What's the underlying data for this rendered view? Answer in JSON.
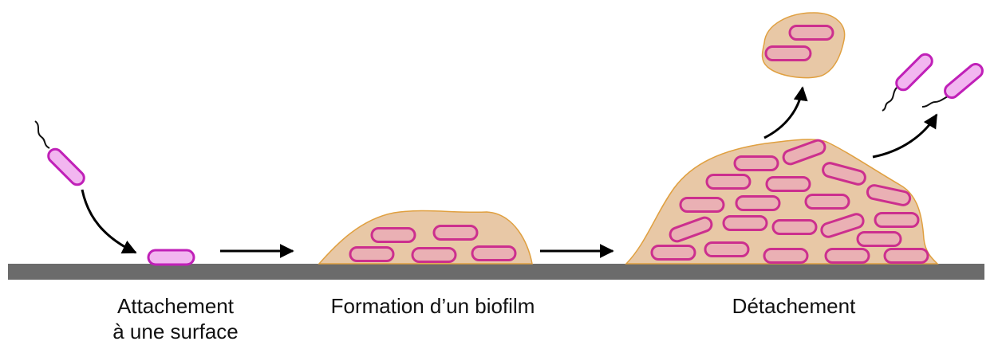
{
  "colors": {
    "surface": "#6b6b6b",
    "biofilm_fill": "#e8c8a6",
    "biofilm_edge": "#e0a040",
    "free_cell_fill": "#f2b6f0",
    "free_cell_edge": "#c020b8",
    "matrix_cell_fill": "#eab0b4",
    "matrix_cell_edge": "#cc2f8e",
    "arrow": "#000000",
    "flagellum": "#111111"
  },
  "stages": {
    "attachment": {
      "line1": "Attachement",
      "line2": "à une surface"
    },
    "formation": {
      "label": "Formation d’un biofilm"
    },
    "detachment": {
      "label": "Détachement"
    }
  },
  "icons": [
    "free-bacterium-icon",
    "attached-bacterium-icon",
    "biofilm-mound-icon",
    "process-arrow-icon",
    "detached-clump-icon"
  ]
}
